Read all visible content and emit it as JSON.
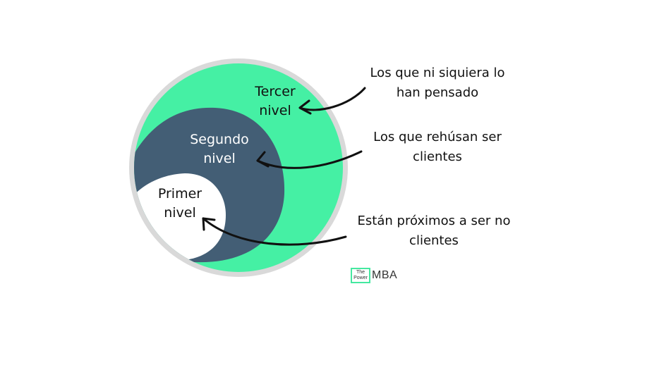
{
  "levels": {
    "third": {
      "line1": "Tercer",
      "line2": "nivel"
    },
    "second": {
      "line1": "Segundo",
      "line2": "nivel"
    },
    "first": {
      "line1": "Primer",
      "line2": "nivel"
    }
  },
  "annotations": {
    "third": {
      "line1": "Los que ni siquiera lo",
      "line2": "han pensado"
    },
    "second": {
      "line1": "Los que rehúsan ser",
      "line2": "clientes"
    },
    "first": {
      "line1": "Están próximos a ser no",
      "line2": "clientes"
    }
  },
  "logo": {
    "the": "The",
    "power": "Power",
    "mba": "MBA"
  },
  "colors": {
    "outer_ring": "#d9d9d9",
    "third_level": "#45f0a4",
    "second_level": "#435e75",
    "first_level": "#ffffff",
    "arrow": "#111111",
    "logo_border": "#45e8a0"
  }
}
